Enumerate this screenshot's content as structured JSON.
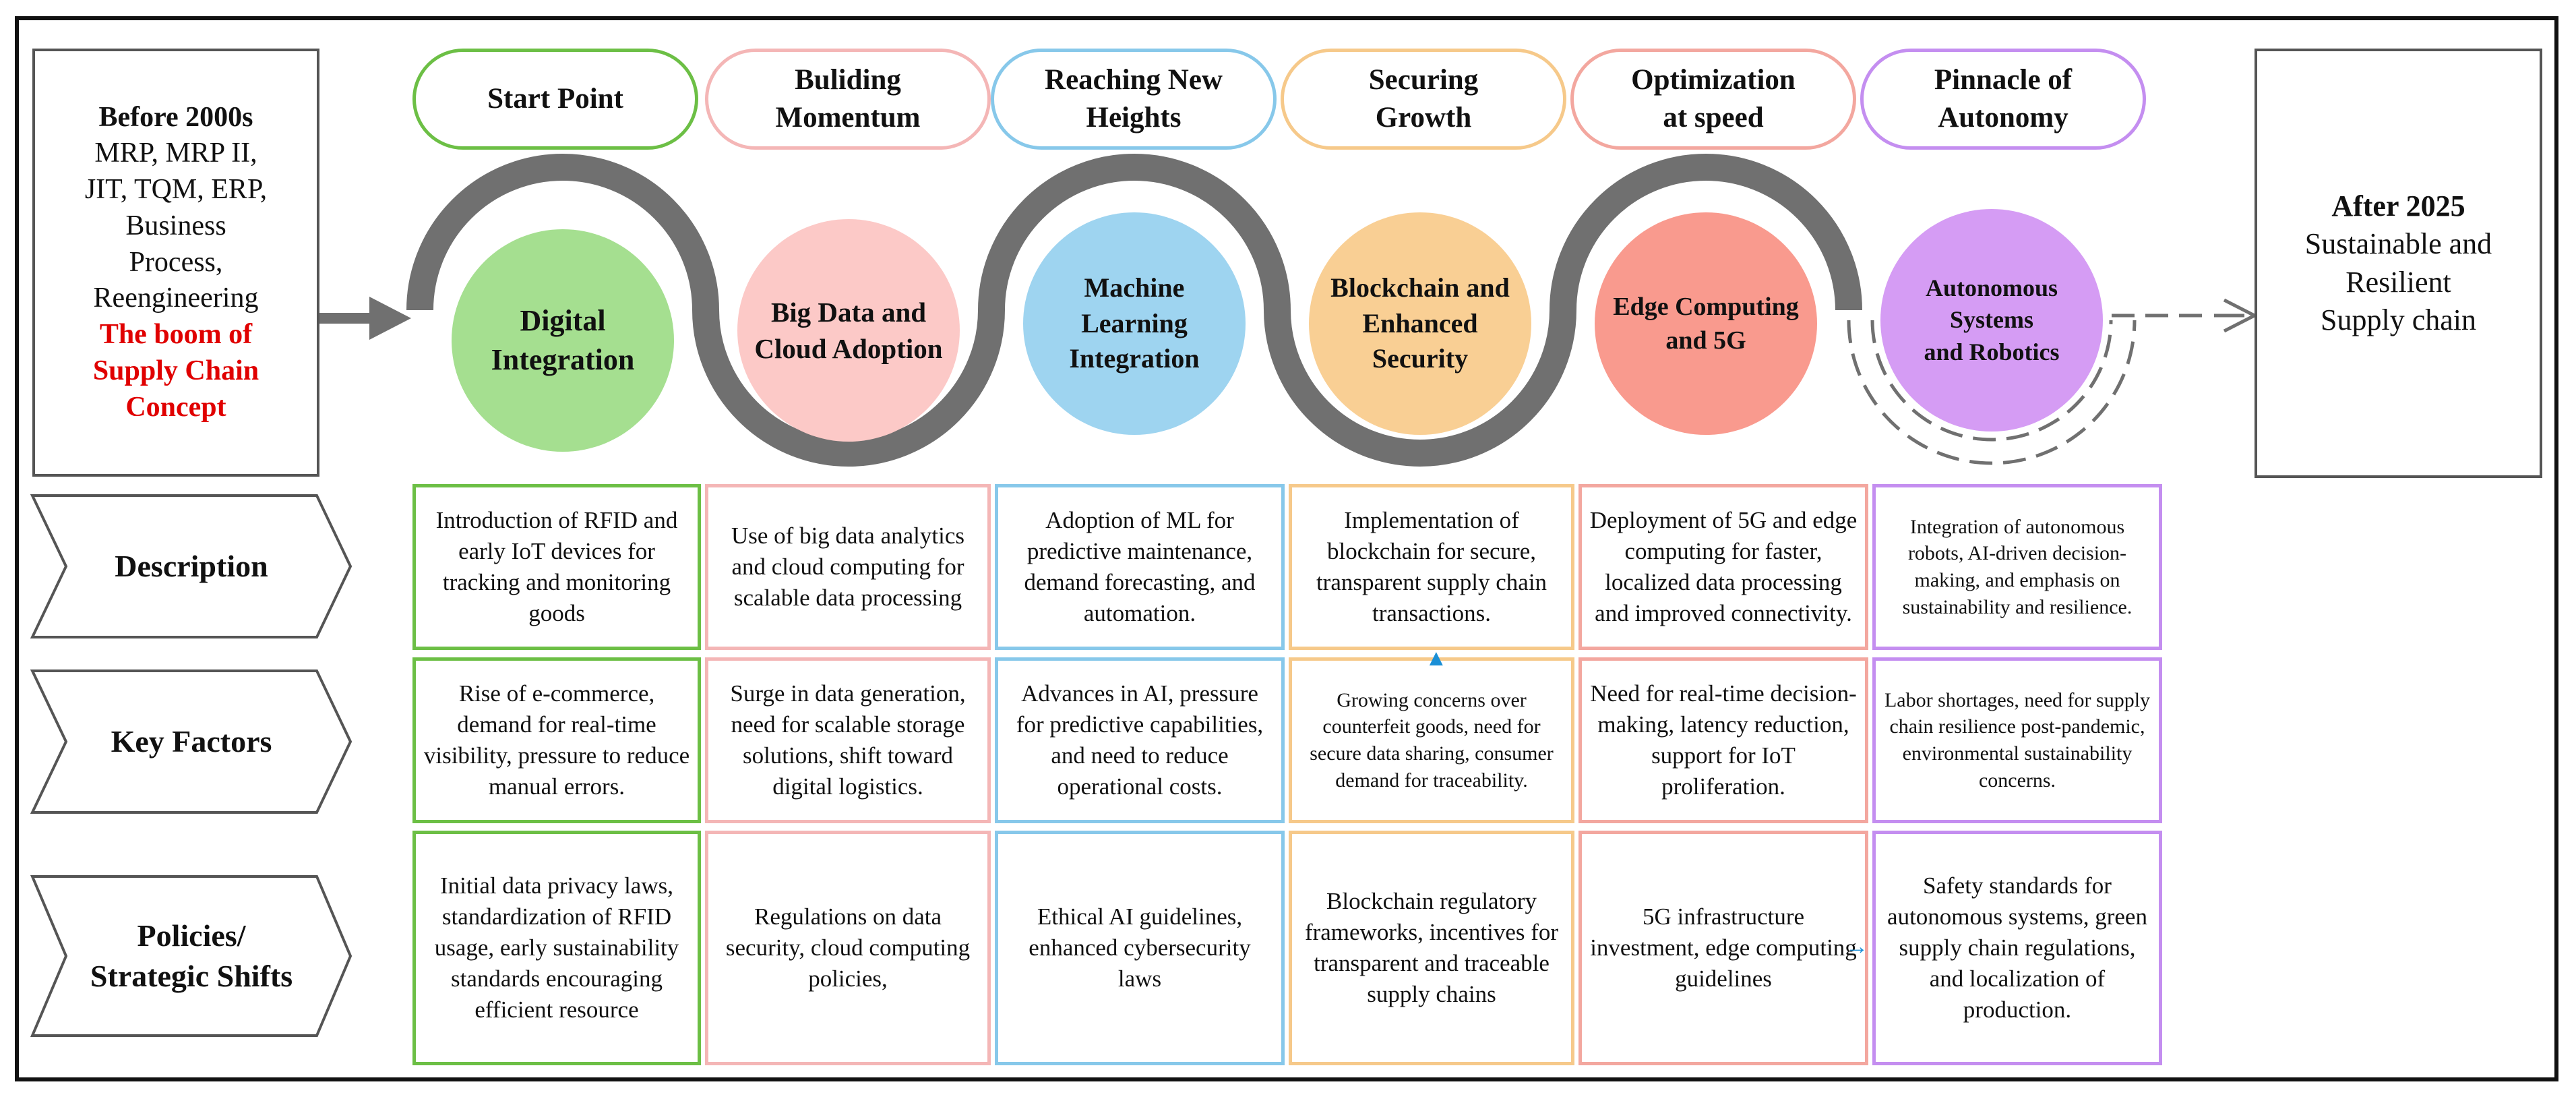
{
  "left_box": {
    "heading": "Before 2000s",
    "lines": [
      "MRP, MRP II,",
      "JIT, TQM, ERP,",
      "Business",
      "Process,",
      "Reengineering"
    ],
    "highlight": [
      "The boom of",
      "Supply Chain",
      "Concept"
    ]
  },
  "right_box": {
    "heading": "After 2025",
    "lines": [
      "Sustainable and",
      "Resilient",
      "Supply chain"
    ]
  },
  "stages": [
    {
      "phase": "Start Point",
      "tech": "Digital\nIntegration",
      "color": "#6cbf45",
      "circle_fill": "#a5df90"
    },
    {
      "phase": "Buliding\nMomentum",
      "tech": "Big Data and\nCloud Adoption",
      "color": "#f4b6b6",
      "circle_fill": "#fcc9c7"
    },
    {
      "phase": "Reaching New\nHeights",
      "tech": "Machine\nLearning\nIntegration",
      "color": "#87c8ea",
      "circle_fill": "#9ed4f0"
    },
    {
      "phase": "Securing\nGrowth",
      "tech": "Blockchain and\nEnhanced\nSecurity",
      "color": "#f6c98a",
      "circle_fill": "#f9cf94"
    },
    {
      "phase": "Optimization\nat speed",
      "tech": "Edge Computing\nand 5G",
      "color": "#f3a79f",
      "circle_fill": "#f99a8e"
    },
    {
      "phase": "Pinnacle of\nAutonomy",
      "tech": "Autonomous\nSystems\nand Robotics",
      "color": "#c48ef0",
      "circle_fill": "#d59cf4"
    }
  ],
  "rows": [
    {
      "label": "Description",
      "cells": [
        "Introduction of RFID and early IoT devices for tracking and monitoring goods",
        "Use of big data analytics and cloud computing for scalable data processing",
        "Adoption of ML for predictive maintenance, demand forecasting, and automation.",
        "Implementation of blockchain for secure, transparent supply chain transactions.",
        "Deployment of 5G and edge computing for faster, localized data processing and improved connectivity.",
        "Integration of autonomous robots, AI-driven decision-making, and emphasis on sustainability and resilience."
      ]
    },
    {
      "label": "Key Factors",
      "cells": [
        "Rise of e-commerce, demand for real-time visibility, pressure to reduce manual errors.",
        "Surge in data generation, need for scalable storage solutions, shift toward digital logistics.",
        "Advances in AI, pressure for predictive capabilities, and need to reduce operational costs.",
        "Growing concerns over counterfeit goods, need for secure data sharing, consumer demand for traceability.",
        "Need for real-time decision-making, latency reduction, support for IoT proliferation.",
        "Labor shortages, need for supply chain resilience post-pandemic, environmental sustainability concerns."
      ]
    },
    {
      "label": "Policies/\nStrategic Shifts",
      "cells": [
        "Initial data privacy laws, standardization of RFID usage, early sustainability standards encouraging efficient resource",
        "Regulations on data security, cloud computing policies,",
        "Ethical AI guidelines, enhanced cybersecurity laws",
        "Blockchain regulatory frameworks, incentives for transparent and traceable supply chains",
        "5G infrastructure investment, edge computing guidelines",
        "Safety standards for autonomous systems, green supply chain regulations,  and localization of production."
      ]
    }
  ],
  "icons": {
    "arrow_in": "right-arrow-icon",
    "arrow_out": "dashed-right-arrow-icon"
  },
  "colors": {
    "path": "#707070",
    "highlight_text": "#e00000",
    "marker": "#1b8fd6"
  }
}
